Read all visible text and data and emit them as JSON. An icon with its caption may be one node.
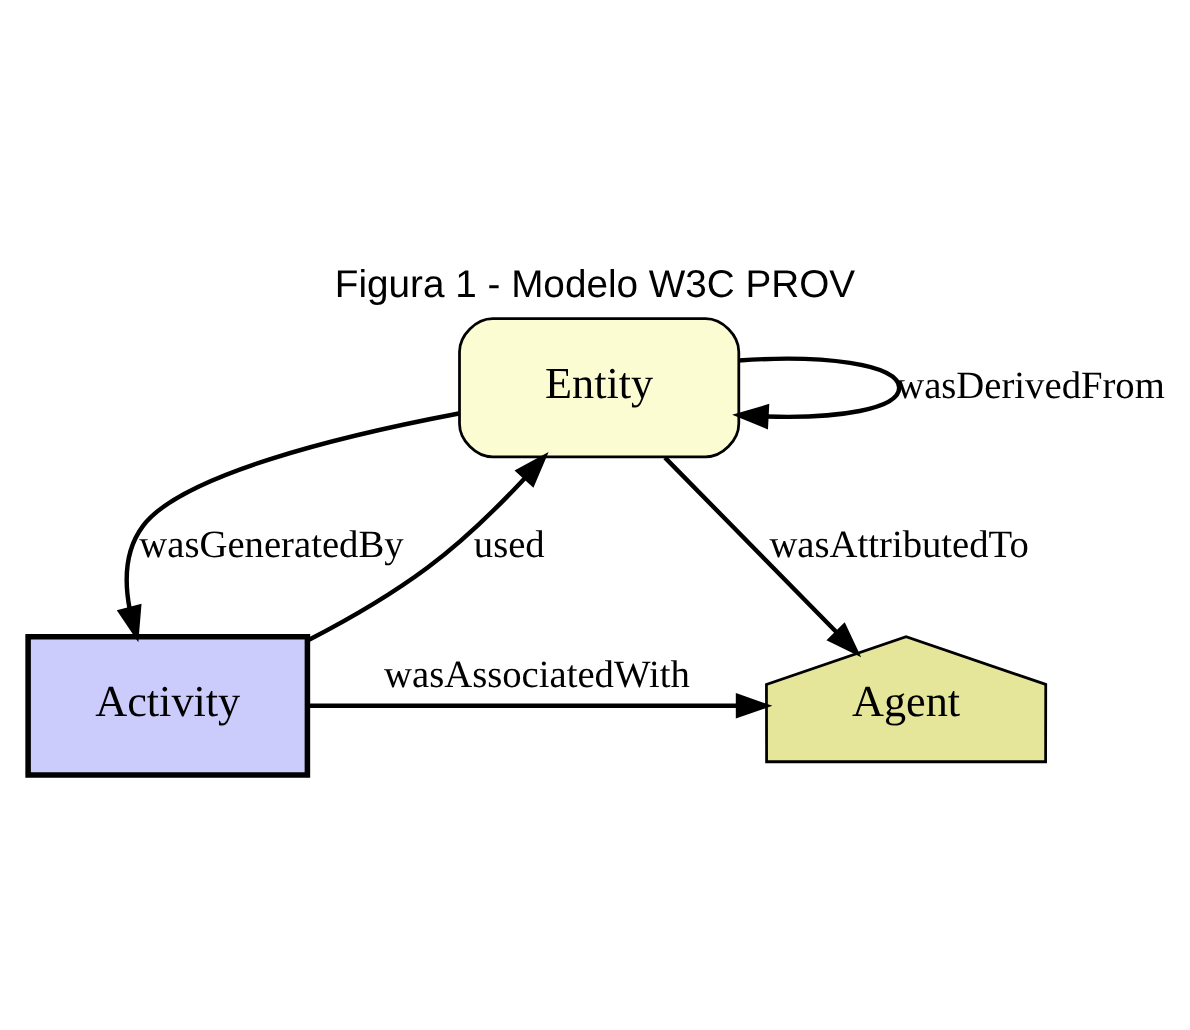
{
  "diagram": {
    "title": "Figura 1 - Modelo W3C PROV",
    "nodes": [
      {
        "text": [
          "Entity"
        ]
      },
      {
        "text": [
          "Agent"
        ]
      },
      {
        "text": [
          "Activity"
        ]
      }
    ],
    "edges": [
      {
        "from": 0,
        "to": 0,
        "arrow": "to",
        "label": "wasDerivedFrom"
      },
      {
        "from": 0,
        "to": 1,
        "arrow": "to",
        "label": "wasAttributedTo"
      },
      {
        "from": 0,
        "to": 2,
        "arrow": "to",
        "label": "wasGeneratedBy"
      },
      {
        "from": 2,
        "to": 0,
        "arrow": "to",
        "label": "used"
      },
      {
        "from": 2,
        "to": 1,
        "arrow": "to",
        "label": "wasAssociatedWith"
      }
    ]
  }
}
